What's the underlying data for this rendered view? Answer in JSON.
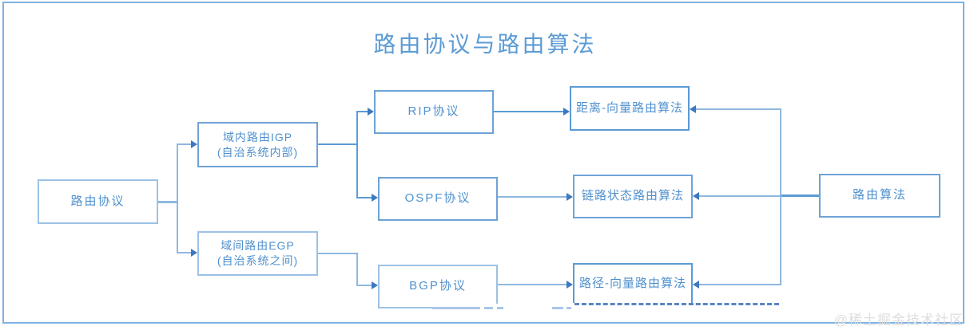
{
  "page": {
    "title": "路由协议与路由算法",
    "watermark": "@稀土掘金技术社区"
  },
  "colors": {
    "accent_blue": "#5B9BD5",
    "frame_border": "#7FB2E0",
    "arrowhead": "#3E78C0",
    "node_text": "#5091CE",
    "watermark_gray": "#DEDEDE"
  },
  "nodes": {
    "routing_protocol": {
      "label": "路由协议"
    },
    "igp": {
      "label": "域内路由IGP",
      "sublabel": "(自治系统内部)"
    },
    "egp": {
      "label": "域间路由EGP",
      "sublabel": "(自治系统之间)"
    },
    "rip": {
      "label": "RIP协议"
    },
    "ospf": {
      "label": "OSPF协议"
    },
    "bgp": {
      "label": "BGP协议"
    },
    "distance_vector": {
      "label": "距离-向量路由算法"
    },
    "link_state": {
      "label": "链路状态路由算法"
    },
    "path_vector": {
      "label": "路径-向量路由算法"
    },
    "routing_algorithm": {
      "label": "路由算法"
    }
  },
  "edges": [
    {
      "from": "routing_protocol",
      "to": "igp"
    },
    {
      "from": "routing_protocol",
      "to": "egp"
    },
    {
      "from": "igp",
      "to": "rip"
    },
    {
      "from": "igp",
      "to": "ospf"
    },
    {
      "from": "egp",
      "to": "bgp"
    },
    {
      "from": "rip",
      "to": "distance_vector"
    },
    {
      "from": "ospf",
      "to": "link_state"
    },
    {
      "from": "bgp",
      "to": "path_vector"
    },
    {
      "from": "routing_algorithm",
      "to": "distance_vector"
    },
    {
      "from": "routing_algorithm",
      "to": "link_state"
    },
    {
      "from": "routing_algorithm",
      "to": "path_vector"
    }
  ]
}
